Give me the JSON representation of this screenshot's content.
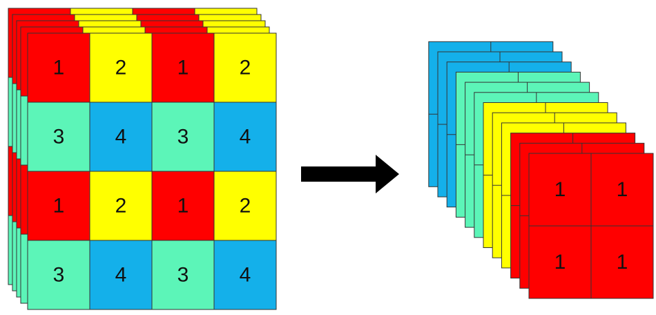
{
  "colors": {
    "red": "#ff0000",
    "yellow": "#ffff00",
    "teal": "#5cf5b8",
    "blue": "#14b0ea",
    "arrow": "#000000",
    "stroke": "#333333"
  },
  "input_grid": {
    "rows": [
      [
        {
          "label": "1",
          "color": "red"
        },
        {
          "label": "2",
          "color": "yellow"
        },
        {
          "label": "1",
          "color": "red"
        },
        {
          "label": "2",
          "color": "yellow"
        }
      ],
      [
        {
          "label": "3",
          "color": "teal"
        },
        {
          "label": "4",
          "color": "blue"
        },
        {
          "label": "3",
          "color": "teal"
        },
        {
          "label": "4",
          "color": "blue"
        }
      ],
      [
        {
          "label": "1",
          "color": "red"
        },
        {
          "label": "2",
          "color": "yellow"
        },
        {
          "label": "1",
          "color": "red"
        },
        {
          "label": "2",
          "color": "yellow"
        }
      ],
      [
        {
          "label": "3",
          "color": "teal"
        },
        {
          "label": "4",
          "color": "blue"
        },
        {
          "label": "3",
          "color": "teal"
        },
        {
          "label": "4",
          "color": "blue"
        }
      ]
    ]
  },
  "output_stack": {
    "layer_colors": [
      "blue",
      "blue",
      "blue",
      "teal",
      "teal",
      "teal",
      "yellow",
      "yellow",
      "yellow",
      "red",
      "red",
      "red"
    ],
    "front_grid": [
      [
        "1",
        "1"
      ],
      [
        "1",
        "1"
      ]
    ],
    "front_color": "red"
  }
}
